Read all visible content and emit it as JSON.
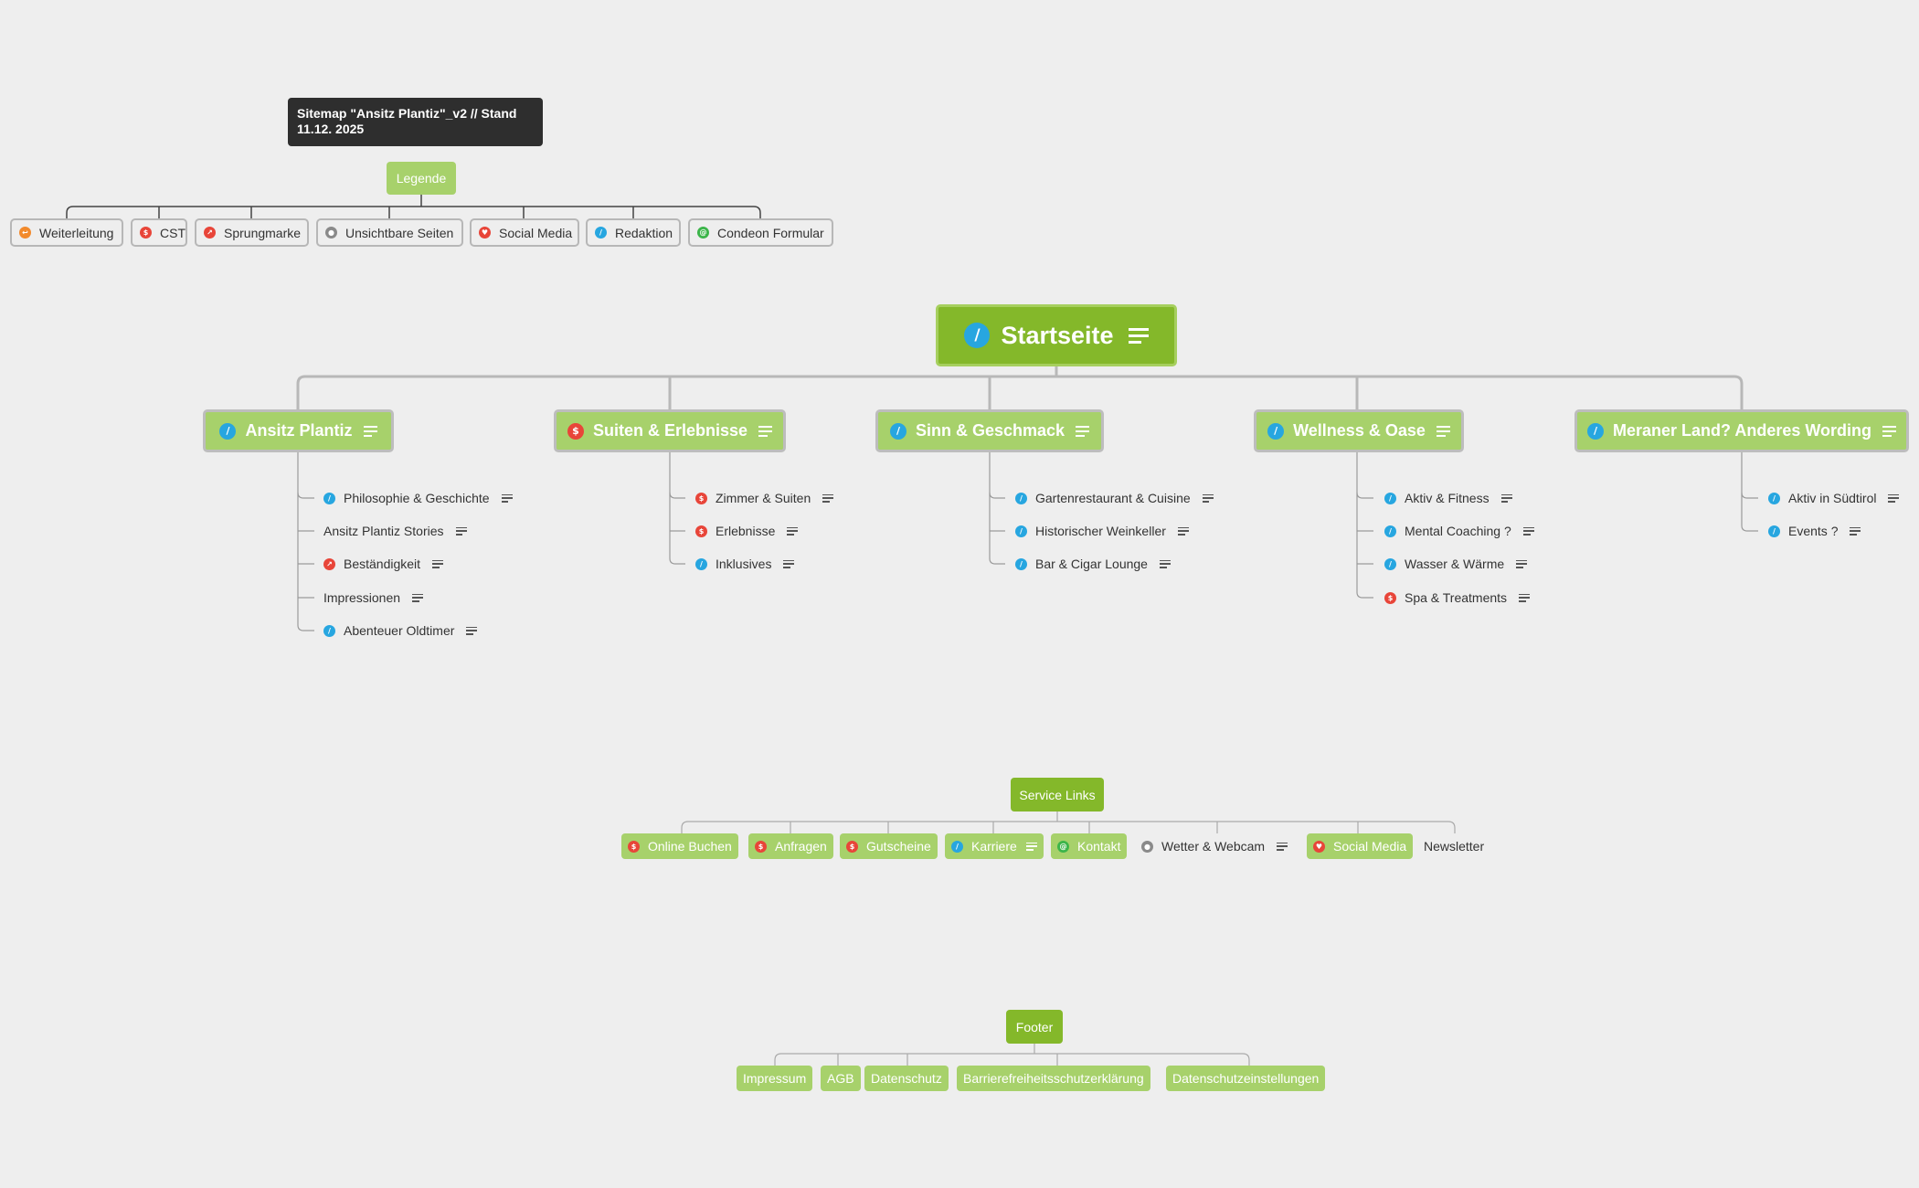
{
  "title": "Sitemap \"Ansitz Plantiz\"_v2 // Stand 11.12. 2025",
  "colors": {
    "root_green": "#84b82a",
    "node_green": "#a7d16b",
    "redaktion_blue": "#27a6e0",
    "cst_red": "#e84539"
  },
  "legend": {
    "header": "Legende",
    "items": [
      {
        "label": "Weiterleitung",
        "icon": "redirect-icon"
      },
      {
        "label": "CST",
        "icon": "cst-icon"
      },
      {
        "label": "Sprungmarke",
        "icon": "anchor-icon"
      },
      {
        "label": "Unsichtbare Seiten",
        "icon": "hidden-icon"
      },
      {
        "label": "Social Media",
        "icon": "social-icon"
      },
      {
        "label": "Redaktion",
        "icon": "edit-icon"
      },
      {
        "label": "Condeon Formular",
        "icon": "form-icon"
      }
    ]
  },
  "root": {
    "label": "Startseite",
    "icon": "edit-icon"
  },
  "sections": [
    {
      "label": "Ansitz Plantiz",
      "icon": "edit-icon",
      "children": [
        {
          "label": "Philosophie & Geschichte",
          "icon": "edit-icon"
        },
        {
          "label": "Ansitz Plantiz Stories",
          "icon": ""
        },
        {
          "label": "Beständigkeit",
          "icon": "anchor-icon"
        },
        {
          "label": "Impressionen",
          "icon": ""
        },
        {
          "label": "Abenteuer Oldtimer",
          "icon": "edit-icon"
        }
      ]
    },
    {
      "label": "Suiten & Erlebnisse",
      "icon": "cst-icon",
      "children": [
        {
          "label": "Zimmer & Suiten",
          "icon": "cst-icon"
        },
        {
          "label": "Erlebnisse",
          "icon": "cst-icon"
        },
        {
          "label": "Inklusives",
          "icon": "edit-icon"
        }
      ]
    },
    {
      "label": "Sinn & Geschmack",
      "icon": "edit-icon",
      "children": [
        {
          "label": "Gartenrestaurant & Cuisine",
          "icon": "edit-icon"
        },
        {
          "label": "Historischer Weinkeller",
          "icon": "edit-icon"
        },
        {
          "label": "Bar & Cigar Lounge",
          "icon": "edit-icon"
        }
      ]
    },
    {
      "label": "Wellness & Oase",
      "icon": "edit-icon",
      "children": [
        {
          "label": "Aktiv & Fitness",
          "icon": "edit-icon"
        },
        {
          "label": "Mental Coaching ?",
          "icon": "edit-icon"
        },
        {
          "label": "Wasser & Wärme",
          "icon": "edit-icon"
        },
        {
          "label": "Spa & Treatments",
          "icon": "cst-icon"
        }
      ]
    },
    {
      "label": "Meraner Land? Anderes Wording",
      "icon": "edit-icon",
      "children": [
        {
          "label": "Aktiv in Südtirol",
          "icon": "edit-icon"
        },
        {
          "label": "Events ?",
          "icon": "edit-icon"
        }
      ]
    }
  ],
  "service": {
    "header": "Service Links",
    "items": [
      {
        "label": "Online Buchen",
        "icon": "cst-icon"
      },
      {
        "label": "Anfragen",
        "icon": "cst-icon"
      },
      {
        "label": "Gutscheine",
        "icon": "cst-icon"
      },
      {
        "label": "Karriere",
        "icon": "edit-icon"
      },
      {
        "label": "Kontakt",
        "icon": "form-icon"
      },
      {
        "label": "Wetter & Webcam",
        "icon": "hidden-icon"
      },
      {
        "label": "Social Media",
        "icon": "social-icon"
      },
      {
        "label": "Newsletter",
        "icon": ""
      }
    ]
  },
  "footer": {
    "header": "Footer",
    "items": [
      {
        "label": "Impressum"
      },
      {
        "label": "AGB"
      },
      {
        "label": "Datenschutz"
      },
      {
        "label": "Barrierefreiheitsschutzerklärung"
      },
      {
        "label": "Datenschutzeinstellungen"
      }
    ]
  }
}
